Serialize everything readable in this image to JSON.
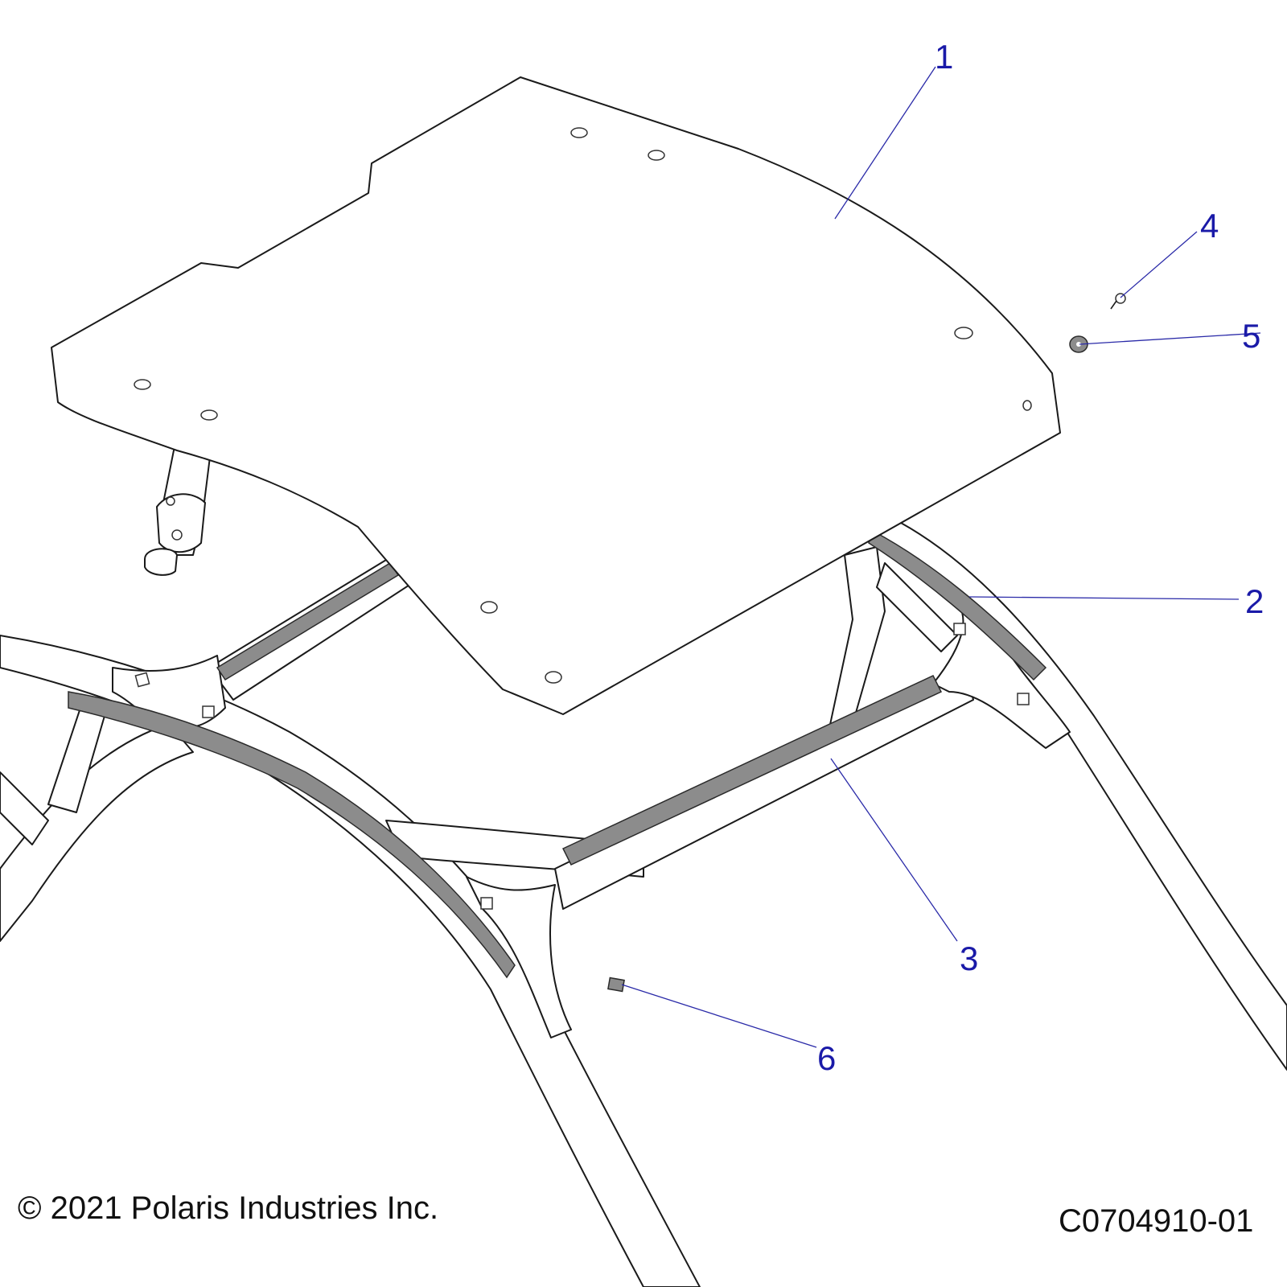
{
  "callouts": [
    {
      "label": "1",
      "part": "roof"
    },
    {
      "label": "2",
      "part": "side-seal"
    },
    {
      "label": "3",
      "part": "cross-seal"
    },
    {
      "label": "4",
      "part": "screw"
    },
    {
      "label": "5",
      "part": "washer"
    },
    {
      "label": "6",
      "part": "clip-nut"
    }
  ],
  "footer": {
    "copyright": "© 2021 Polaris Industries Inc.",
    "drawing_number": "C0704910-01"
  },
  "colors": {
    "callout_text": "#1a1aa8",
    "leader_line": "#2a2aa8",
    "seal_fill": "#8c8c8c",
    "line_art": "#1a1a1a"
  }
}
